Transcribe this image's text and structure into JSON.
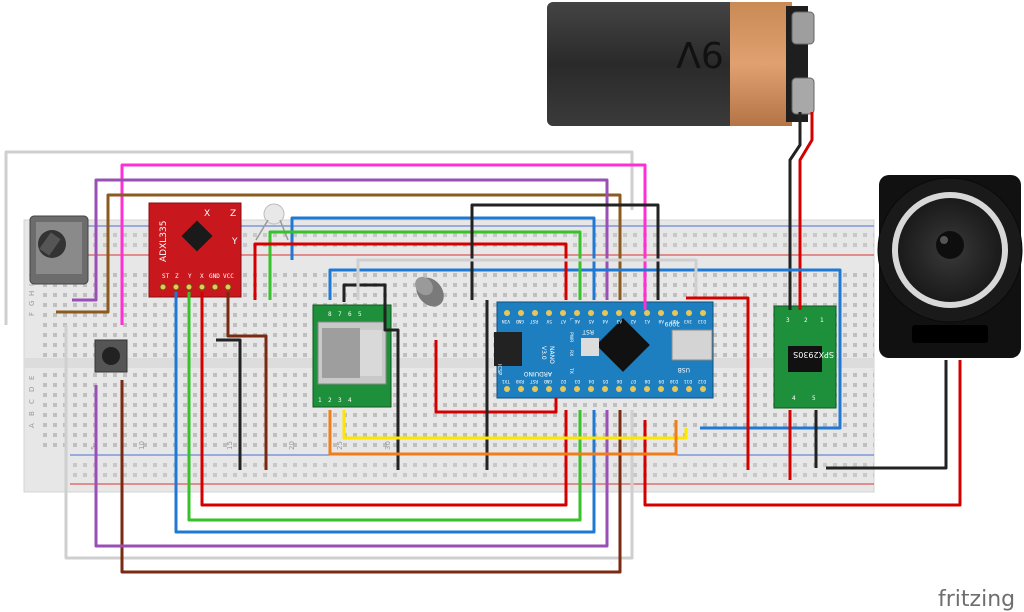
{
  "battery": {
    "label": "9V"
  },
  "accelerometer": {
    "name": "ADXL335",
    "axes": [
      "X",
      "Y",
      "Z"
    ],
    "pins": [
      "ST",
      "Z",
      "Y",
      "X",
      "GND",
      "VCC"
    ]
  },
  "arduino": {
    "name": "ARDUINO",
    "model": "NANO",
    "version": "V3.0",
    "year": "2009",
    "top_pins": [
      "D12",
      "D11",
      "D10",
      "D9",
      "D8",
      "D7",
      "D6",
      "D5",
      "D4",
      "D3",
      "D2",
      "GND",
      "RST",
      "RX0",
      "TX1"
    ],
    "bottom_pins": [
      "D13",
      "3V3",
      "REF",
      "A0",
      "A1",
      "A2",
      "A3",
      "A4",
      "A5",
      "A6",
      "A7",
      "5V",
      "RST",
      "GND",
      "VIN"
    ],
    "leds": [
      "TX",
      "RX",
      "PWR",
      "L"
    ],
    "reset_label": "RST",
    "usb_label": "USB",
    "icsp_label": "ICSP"
  },
  "amplifier": {
    "name": "SPX2930S",
    "pins_top": [
      "3",
      "2",
      "1"
    ],
    "pins_bottom": [
      "4",
      "5"
    ]
  },
  "breadboard": {
    "column_numbers": [
      "5",
      "10",
      "15",
      "20",
      "25",
      "30"
    ],
    "row_letters_top": [
      "J",
      "I",
      "H",
      "G",
      "F"
    ],
    "row_letters_bottom": [
      "E",
      "D",
      "C",
      "B",
      "A"
    ]
  },
  "sd_module": {
    "pins": [
      "1",
      "2",
      "3",
      "4",
      "5",
      "6",
      "7",
      "8"
    ]
  },
  "watermark": "fritzing",
  "colors": {
    "red": "#d40000",
    "black": "#222222",
    "white": "#cfcfcf",
    "pink": "#ff2fd2",
    "brown": "#8b5a1e",
    "purple": "#9a4fb5",
    "blue": "#1f78d1",
    "green": "#36c22a",
    "yellow": "#ffe600",
    "orange": "#f07c1a",
    "maroon": "#7a2a12"
  }
}
